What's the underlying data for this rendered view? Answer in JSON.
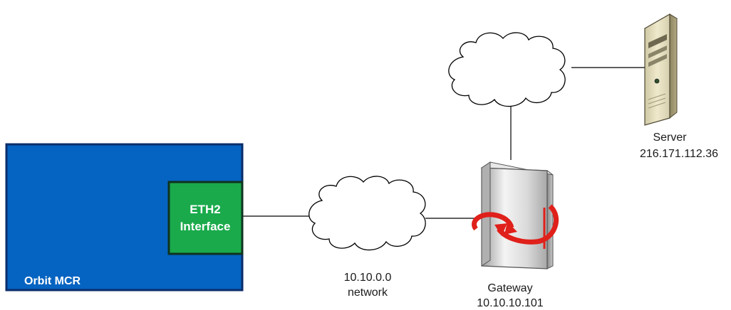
{
  "device": {
    "name": "Orbit MCR",
    "interface_line1": "ETH2",
    "interface_line2": "Interface"
  },
  "local_network": {
    "line1": "10.10.0.0",
    "line2": "network"
  },
  "gateway": {
    "name": "Gateway",
    "ip": "10.10.10.101"
  },
  "server": {
    "name": "Server",
    "ip": "216.171.112.36"
  },
  "colors": {
    "device_fill": "#0563c1",
    "device_border": "#0b2d6b",
    "interface_fill": "#1aaa4b",
    "interface_border": "#10331f",
    "router_arrow": "#e0201a"
  },
  "icons": [
    "cloud-icon",
    "gateway-router-icon",
    "server-tower-icon"
  ]
}
